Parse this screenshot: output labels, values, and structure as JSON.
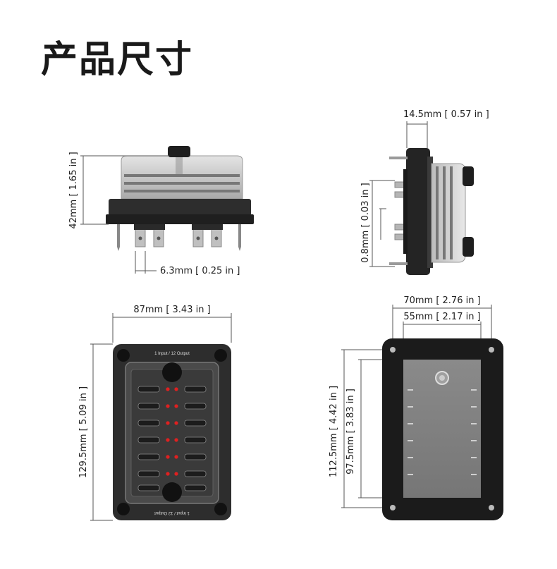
{
  "title": "产品尺寸",
  "side_view": {
    "height_label": "42mm [ 1.65 in ]",
    "terminal_label": "6.3mm [ 0.25 in ]"
  },
  "end_view": {
    "depth_label": "14.5mm [ 0.57 in ]",
    "plate_label": "0.8mm [ 0.03 in ]"
  },
  "front_view": {
    "width_label": "87mm [ 3.43 in ]",
    "height_label": "129.5mm [ 5.09 in ]",
    "top_text": "1 Input / 12 Output",
    "bottom_text": "1 Input / 12 Output"
  },
  "back_view": {
    "outer_width_label": "70mm [ 2.76 in ]",
    "inner_width_label": "55mm [ 2.17 in ]",
    "outer_height_label": "112.5mm [ 4.42 in ]",
    "inner_height_label": "97.5mm [ 3.83 in ]"
  },
  "colors": {
    "body": "#2d2d2d",
    "cover": "#c9c9c9",
    "led": "#e02020",
    "dim_line": "#555555"
  }
}
